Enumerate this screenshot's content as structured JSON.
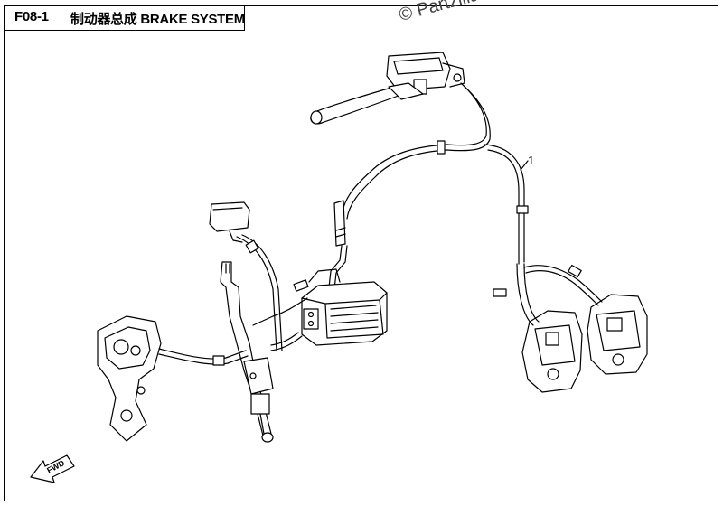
{
  "header": {
    "page_code": "F08-1",
    "title": "制动器总成  BRAKE SYSTEM"
  },
  "watermark": "© Partzilla.com",
  "callouts": [
    {
      "label": "1"
    }
  ],
  "direction_marker": {
    "text": "FWD"
  },
  "colors": {
    "line": "#000000",
    "background": "#ffffff",
    "watermark": "#444444"
  }
}
